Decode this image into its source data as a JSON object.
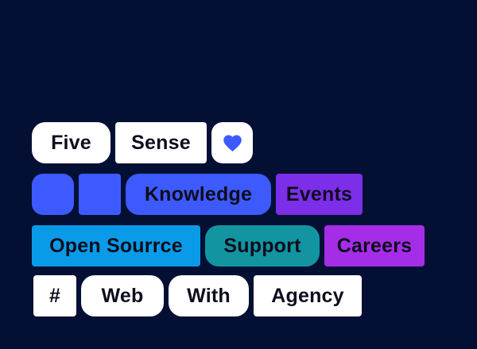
{
  "theme": {
    "background": "#041033",
    "text_color": "#0d0d1c",
    "chip_white": "#ffffff",
    "chip_blue": "#3d5afe",
    "chip_violet": "#7c2ee8",
    "chip_azure": "#0a9be8",
    "chip_teal": "#1295a0",
    "chip_magenta_purple": "#a52de8",
    "heart_color": "#3d5afe"
  },
  "rows": [
    {
      "items": [
        {
          "label": "Five"
        },
        {
          "label": "Sense"
        },
        {
          "label": "",
          "icon": "heart-icon"
        }
      ]
    },
    {
      "items": [
        {
          "label": ""
        },
        {
          "label": ""
        },
        {
          "label": "Knowledge"
        },
        {
          "label": "Events"
        }
      ]
    },
    {
      "items": [
        {
          "label": "Open Sourrce"
        },
        {
          "label": "Support"
        },
        {
          "label": "Careers"
        }
      ]
    },
    {
      "items": [
        {
          "label": "#"
        },
        {
          "label": "Web"
        },
        {
          "label": "With"
        },
        {
          "label": "Agency"
        }
      ]
    }
  ]
}
